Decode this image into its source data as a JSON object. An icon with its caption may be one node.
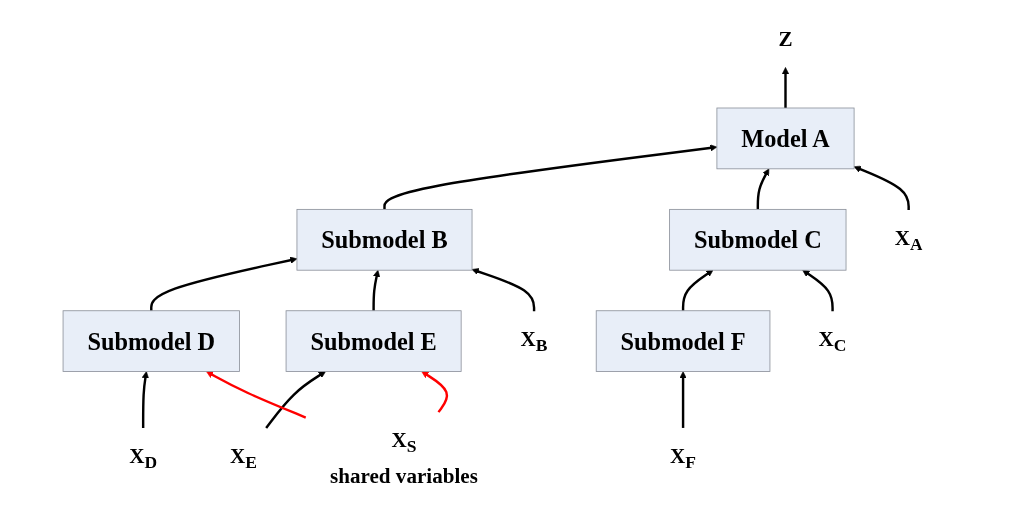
{
  "diagram": {
    "nodes": [
      {
        "text": [
          "Model A"
        ]
      },
      {
        "text": [
          "Submodel B"
        ]
      },
      {
        "text": [
          "Submodel C"
        ]
      },
      {
        "text": [
          "Submodel D"
        ]
      },
      {
        "text": [
          "Submodel E"
        ]
      },
      {
        "text": [
          "Submodel F"
        ]
      },
      {
        "text": [
          "X$_{A}$"
        ]
      },
      {
        "text": [
          "X$_{B}$"
        ]
      },
      {
        "text": [
          "X$_{C}$"
        ]
      },
      {
        "text": [
          "X$_{D}$"
        ]
      },
      {
        "text": [
          "X$_{E}$"
        ]
      },
      {
        "text": [
          "X$_{F}$"
        ]
      },
      {
        "text": [
          "X$_{S}$"
        ],
        "beside": [
          "shared variables"
        ]
      },
      {
        "text": [
          "Z"
        ]
      }
    ],
    "edges": [
      {
        "from": 1,
        "to": 0,
        "arrow": "to"
      },
      {
        "from": 2,
        "to": 0,
        "arrow": "to"
      },
      {
        "from": 3,
        "to": 1,
        "arrow": "to"
      },
      {
        "from": 4,
        "to": 1,
        "arrow": "to"
      },
      {
        "from": 5,
        "to": 2,
        "arrow": "to"
      },
      {
        "from": 6,
        "to": 0,
        "arrow": "to"
      },
      {
        "from": 7,
        "to": 1,
        "arrow": "to"
      },
      {
        "from": 8,
        "to": 2,
        "arrow": "to"
      },
      {
        "from": 9,
        "to": 3,
        "arrow": "to"
      },
      {
        "from": 10,
        "to": 4,
        "arrow": "to"
      },
      {
        "from": 11,
        "to": 5,
        "arrow": "to"
      },
      {
        "from": 12,
        "to": 3,
        "arrow": "to",
        "color": "#ff0000"
      },
      {
        "from": 12,
        "to": 4,
        "arrow": "to",
        "color": "#ff0000"
      },
      {
        "from": 0,
        "to": 13,
        "arrow": "to"
      }
    ]
  }
}
